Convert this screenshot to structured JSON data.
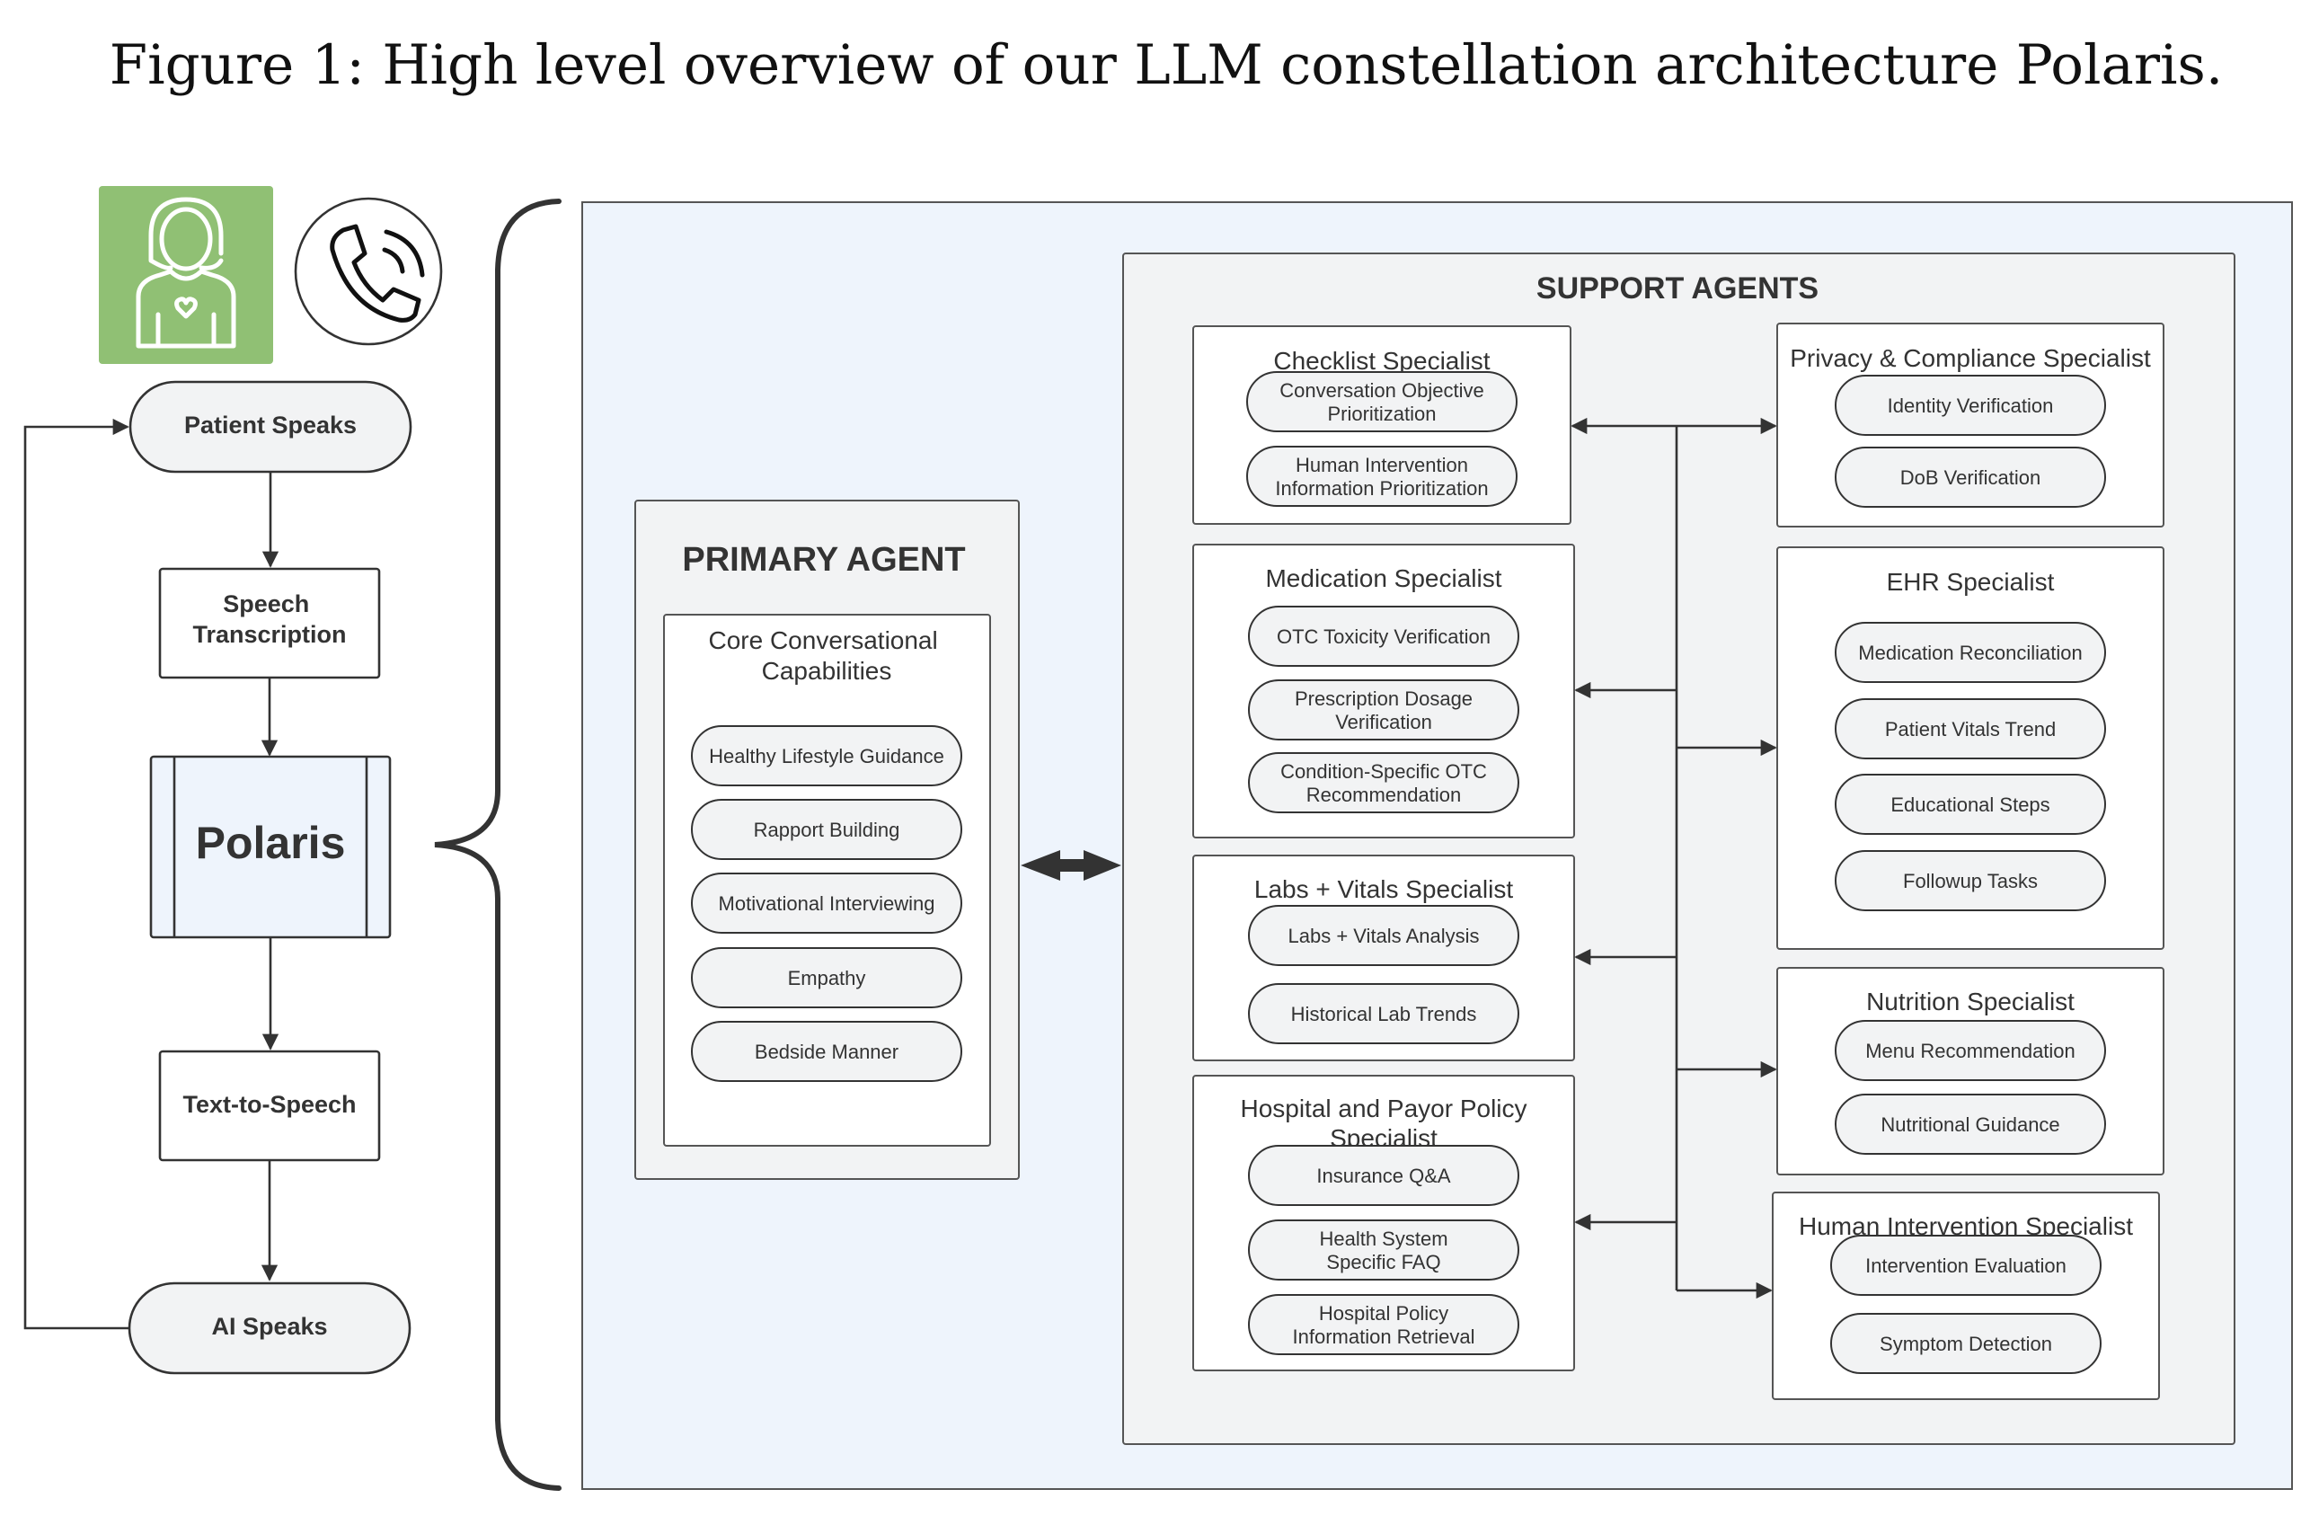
{
  "caption": "Figure 1: High level overview of our LLM constellation architecture Polaris.",
  "icons": [
    "nurse-avatar-icon",
    "phone-call-icon"
  ],
  "colors": {
    "icon_green": "#90c074",
    "panel_blue": "#eef4fc",
    "panel_gray": "#f2f3f4",
    "stroke": "#333333"
  },
  "flow": {
    "patient_speaks": "Patient Speaks",
    "speech_transcription": [
      "Speech",
      "Transcription"
    ],
    "polaris": "Polaris",
    "text_to_speech": "Text-to-Speech",
    "ai_speaks": "AI Speaks"
  },
  "primary": {
    "title": "PRIMARY AGENT",
    "box_title": [
      "Core Conversational",
      "Capabilities"
    ],
    "items": [
      "Healthy Lifestyle Guidance",
      "Rapport Building",
      "Motivational Interviewing",
      "Empathy",
      "Bedside Manner"
    ]
  },
  "support": {
    "title": "SUPPORT AGENTS",
    "left": [
      {
        "title": [
          "Checklist Specialist"
        ],
        "items": [
          [
            "Conversation Objective",
            "Prioritization"
          ],
          [
            "Human Intervention",
            "Information Prioritization"
          ]
        ]
      },
      {
        "title": [
          "Medication Specialist"
        ],
        "items": [
          [
            "OTC Toxicity Verification"
          ],
          [
            "Prescription Dosage",
            "Verification"
          ],
          [
            "Condition-Specific OTC",
            "Recommendation"
          ]
        ]
      },
      {
        "title": [
          "Labs + Vitals Specialist"
        ],
        "items": [
          [
            "Labs + Vitals Analysis"
          ],
          [
            "Historical Lab Trends"
          ]
        ]
      },
      {
        "title": [
          "Hospital and Payor Policy",
          "Specialist"
        ],
        "items": [
          [
            "Insurance Q&A"
          ],
          [
            "Health System",
            "Specific FAQ"
          ],
          [
            "Hospital Policy",
            "Information Retrieval"
          ]
        ]
      }
    ],
    "right": [
      {
        "title": [
          "Privacy & Compliance Specialist"
        ],
        "items": [
          [
            "Identity Verification"
          ],
          [
            "DoB Verification"
          ]
        ]
      },
      {
        "title": [
          "EHR Specialist"
        ],
        "items": [
          [
            "Medication Reconciliation"
          ],
          [
            "Patient Vitals Trend"
          ],
          [
            "Educational Steps"
          ],
          [
            "Followup Tasks"
          ]
        ]
      },
      {
        "title": [
          "Nutrition Specialist"
        ],
        "items": [
          [
            "Menu Recommendation"
          ],
          [
            "Nutritional Guidance"
          ]
        ]
      },
      {
        "title": [
          "Human Intervention Specialist"
        ],
        "items": [
          [
            "Intervention Evaluation"
          ],
          [
            "Symptom Detection"
          ]
        ]
      }
    ]
  }
}
